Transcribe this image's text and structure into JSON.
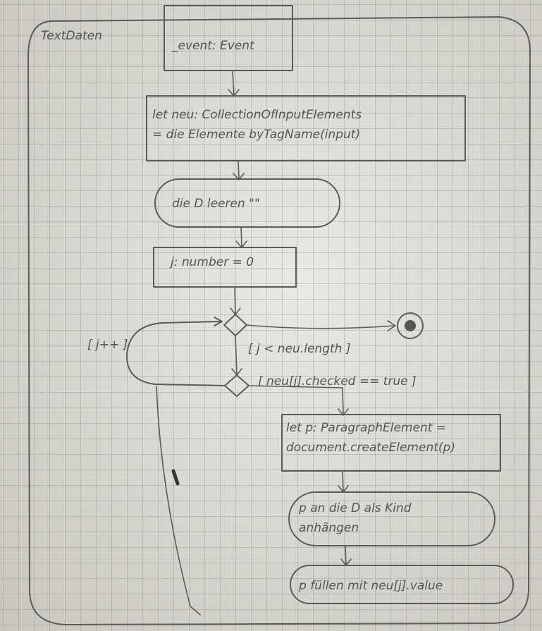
{
  "frame": {
    "title": "TextDaten"
  },
  "nodes": {
    "start": {
      "label": "_event: Event"
    },
    "collect": {
      "line1": "let neu: CollectionOfInputElements",
      "line2": "= die Elemente byTagName(input)"
    },
    "clear": {
      "label": "die D leeren \"\""
    },
    "init": {
      "label": "j: number = 0"
    },
    "create_p": {
      "line1": "let p: ParagraphElement =",
      "line2": "document.createElement(p)"
    },
    "append": {
      "line1": "p an die D als Kind",
      "line2": "anhängen"
    },
    "fill": {
      "label": "p füllen mit neu[j].value"
    }
  },
  "guards": {
    "loop_condition": "[ j < neu.length ]",
    "checked_condition": "[ neu[j].checked == true ]",
    "increment": "[ j++ ]"
  }
}
